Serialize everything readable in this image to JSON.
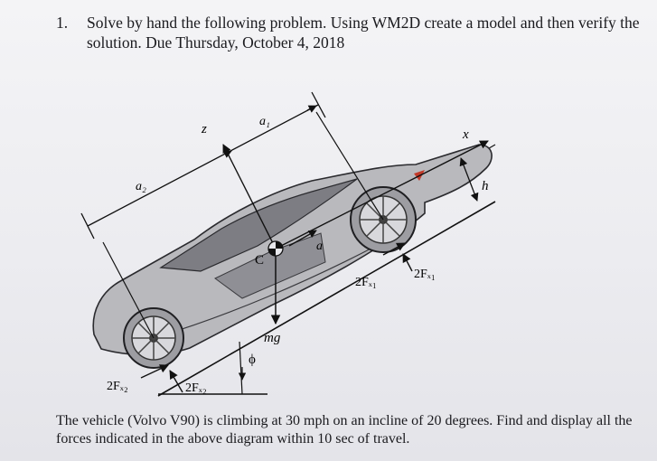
{
  "problem": {
    "number": "1.",
    "statement": "Solve by hand the following problem.  Using WM2D create a model and then verify the solution.  Due Thursday, October 4, 2018"
  },
  "diagram": {
    "labels": {
      "a1": "a₁",
      "a2": "a₂",
      "z": "z",
      "x": "x",
      "h": "h",
      "cg": "C",
      "accel": "a",
      "mg": "mg",
      "phi": "ϕ",
      "fx1": "2Fₓ₁",
      "fz1": "2Fₓ₁",
      "fx2": "2Fₓ₂",
      "fz2": "2Fₓ₂"
    }
  },
  "footer": {
    "text": "The vehicle (Volvo V90) is climbing at 30 mph on an incline of 20 degrees.  Find and display all the forces indicated in the above diagram within 10 sec of travel."
  }
}
